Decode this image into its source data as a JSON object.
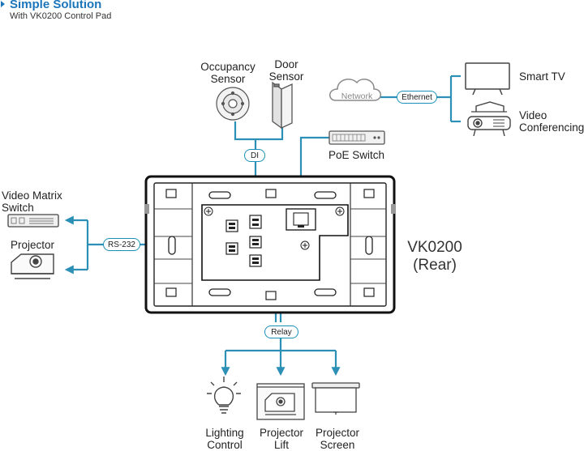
{
  "header": {
    "title": "Simple Solution",
    "subtitle": "With VK0200 Control Pad"
  },
  "colors": {
    "accent": "#1b75bb",
    "line": "#2c8fb5",
    "device": "#222222"
  },
  "sensors": {
    "occupancy": "Occupancy\nSensor",
    "door": "Door\nSensor"
  },
  "network": {
    "cloud": "Network",
    "ethernet": "Ethernet",
    "poe": "PoE Switch"
  },
  "displays": {
    "smart_tv": "Smart TV",
    "video_conf": "Video\nConferencing"
  },
  "left_devices": {
    "matrix": "Video Matrix\nSwitch",
    "projector": "Projector"
  },
  "connections": {
    "di": "DI",
    "rs232": "RS-232",
    "relay": "Relay"
  },
  "device": {
    "name": "VK0200\n(Rear)"
  },
  "bottom_devices": {
    "lighting": "Lighting\nControl",
    "lift": "Projector\nLift",
    "screen": "Projector\nScreen"
  }
}
